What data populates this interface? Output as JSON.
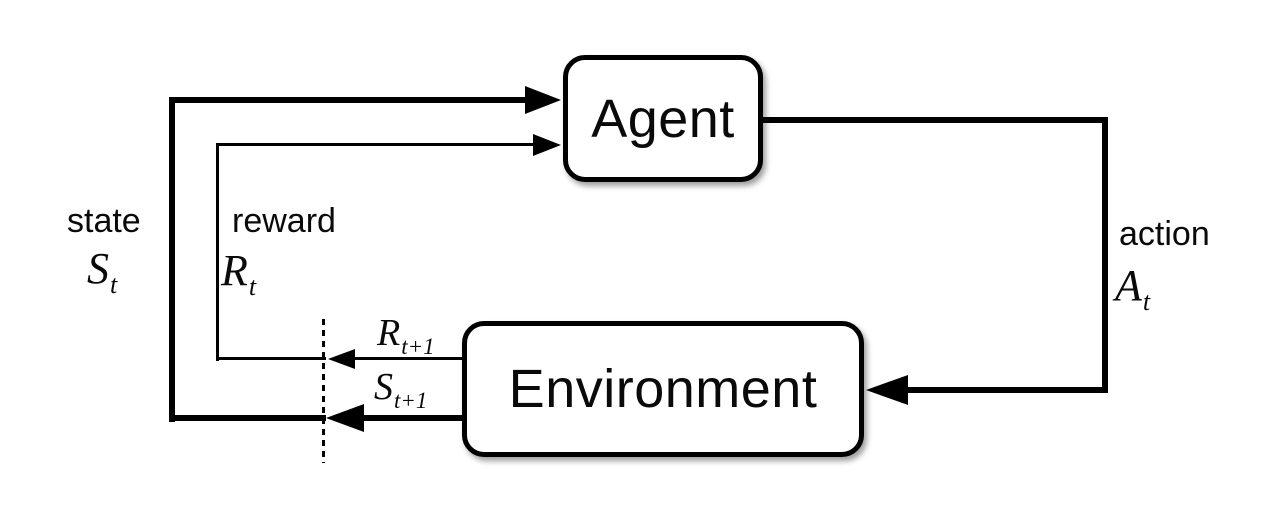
{
  "diagram": {
    "agent": {
      "label": "Agent"
    },
    "environment": {
      "label": "Environment"
    },
    "state": {
      "label": "state",
      "symbol_base": "S",
      "symbol_sub": "t"
    },
    "reward": {
      "label": "reward",
      "symbol_base": "R",
      "symbol_sub": "t"
    },
    "action": {
      "label": "action",
      "symbol_base": "A",
      "symbol_sub": "t"
    },
    "next_reward": {
      "symbol_base": "R",
      "symbol_sub": "t+1"
    },
    "next_state": {
      "symbol_base": "S",
      "symbol_sub": "t+1"
    },
    "colors": {
      "line": "#000000",
      "background": "#ffffff",
      "box_fill": "#ffffff",
      "text": "#0a0a0a"
    }
  }
}
